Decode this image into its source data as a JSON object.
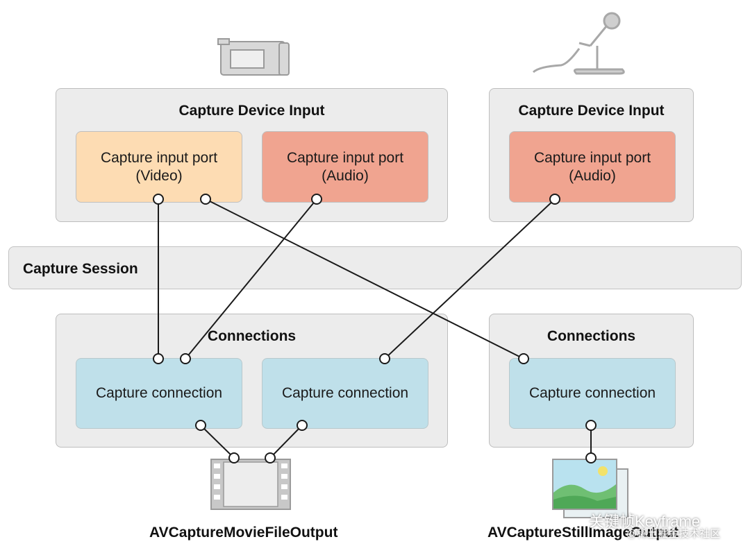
{
  "devices": [
    {
      "title": "Capture Device Input",
      "icon": "video-camera-icon",
      "ports": [
        {
          "line1": "Capture input port",
          "line2": "(Video)",
          "color": "#fddcb3"
        },
        {
          "line1": "Capture input port",
          "line2": "(Audio)",
          "color": "#f0a490"
        }
      ]
    },
    {
      "title": "Capture Device Input",
      "icon": "microphone-icon",
      "ports": [
        {
          "line1": "Capture input port",
          "line2": "(Audio)",
          "color": "#f0a490"
        }
      ]
    }
  ],
  "session": {
    "label": "Capture Session"
  },
  "connection_groups": [
    {
      "title": "Connections",
      "connections": [
        "Capture connection",
        "Capture connection"
      ]
    },
    {
      "title": "Connections",
      "connections": [
        "Capture connection"
      ]
    }
  ],
  "outputs": [
    {
      "label": "AVCaptureMovieFileOutput",
      "icon": "film-strip-icon"
    },
    {
      "label": "AVCaptureStillImageOutput",
      "icon": "image-icon"
    }
  ],
  "watermark": {
    "line1": "关键帧Keyframe",
    "line2": "@稀土掘金技术社区"
  }
}
